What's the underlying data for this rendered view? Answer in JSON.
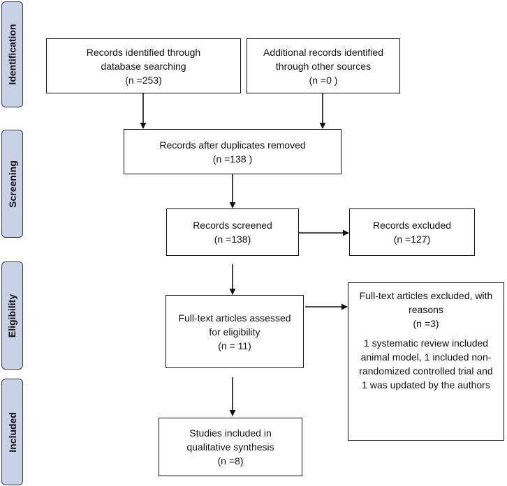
{
  "phases": {
    "identification": "Identification",
    "screening": "Screening",
    "eligibility": "Eligibility",
    "included": "Included"
  },
  "boxes": {
    "database_search": {
      "line1": "Records identified through",
      "line2": "database searching",
      "count": "(n =253)"
    },
    "other_sources": {
      "line1": "Additional records identified",
      "line2": "through other sources",
      "count": "(n =0 )"
    },
    "duplicates_removed": {
      "line1": "Records after duplicates removed",
      "count": "(n =138 )"
    },
    "screened": {
      "line1": "Records screened",
      "count": "(n =138)"
    },
    "excluded": {
      "line1": "Records excluded",
      "count": "(n =127)"
    },
    "fulltext_assessed": {
      "line1": "Full-text articles assessed",
      "line2": "for eligibility",
      "count": "(n = 11)"
    },
    "fulltext_excluded": {
      "line1": "Full-text articles excluded, with",
      "line2": "reasons",
      "count": "(n =3)",
      "reason1": "1 systematic review included",
      "reason2": "animal model, 1 included non-",
      "reason3": "randomized controlled trial and",
      "reason4": "1 was updated by the authors"
    },
    "included": {
      "line1": "Studies included in",
      "line2": "qualitative synthesis",
      "count": "(n =8)"
    }
  }
}
